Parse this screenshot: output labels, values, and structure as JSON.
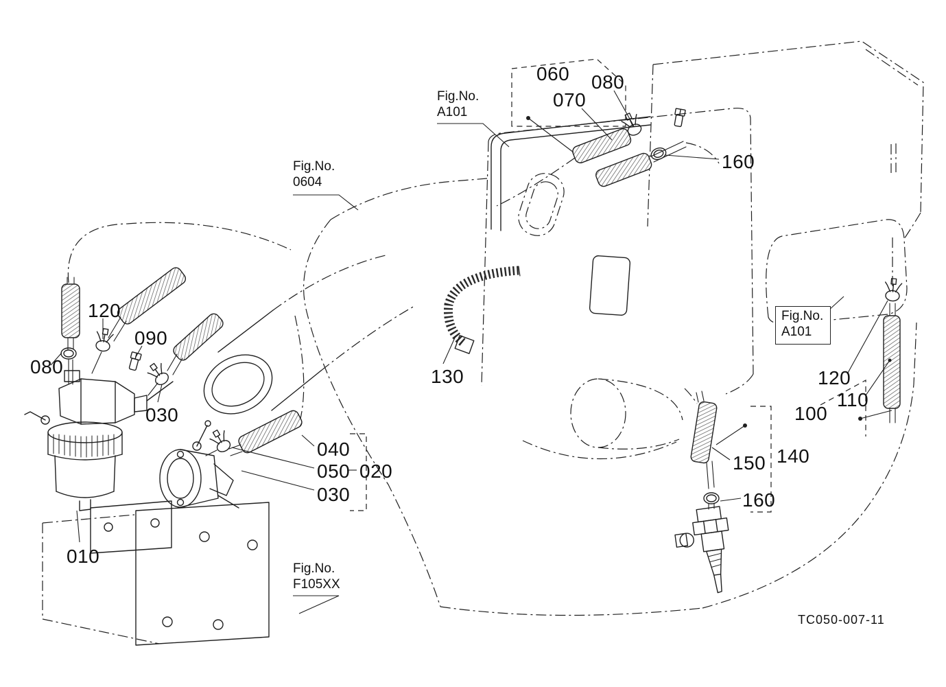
{
  "diagram": {
    "drawing_code": "TC050-007-11",
    "colors": {
      "line": "#1f1f1f",
      "background": "#ffffff"
    },
    "part_labels": [
      {
        "id": "060",
        "text": "060"
      },
      {
        "id": "080-top",
        "text": "080"
      },
      {
        "id": "070",
        "text": "070"
      },
      {
        "id": "160-top",
        "text": "160"
      },
      {
        "id": "120-left",
        "text": "120"
      },
      {
        "id": "090",
        "text": "090"
      },
      {
        "id": "080-left",
        "text": "080"
      },
      {
        "id": "030-upper",
        "text": "030"
      },
      {
        "id": "130",
        "text": "130"
      },
      {
        "id": "040",
        "text": "040"
      },
      {
        "id": "050",
        "text": "050"
      },
      {
        "id": "020",
        "text": "020"
      },
      {
        "id": "030-lower",
        "text": "030"
      },
      {
        "id": "120-right",
        "text": "120"
      },
      {
        "id": "110",
        "text": "110"
      },
      {
        "id": "100",
        "text": "100"
      },
      {
        "id": "140",
        "text": "140"
      },
      {
        "id": "150",
        "text": "150"
      },
      {
        "id": "160-right",
        "text": "160"
      },
      {
        "id": "010",
        "text": "010"
      }
    ],
    "fig_refs": [
      {
        "id": "fig-a101-top",
        "line1": "Fig.No.",
        "line2": "A101"
      },
      {
        "id": "fig-0604",
        "line1": "Fig.No.",
        "line2": "0604"
      },
      {
        "id": "fig-a101-right",
        "line1": "Fig.No.",
        "line2": "A101"
      },
      {
        "id": "fig-f105xx",
        "line1": "Fig.No.",
        "line2": "F105XX"
      }
    ]
  }
}
